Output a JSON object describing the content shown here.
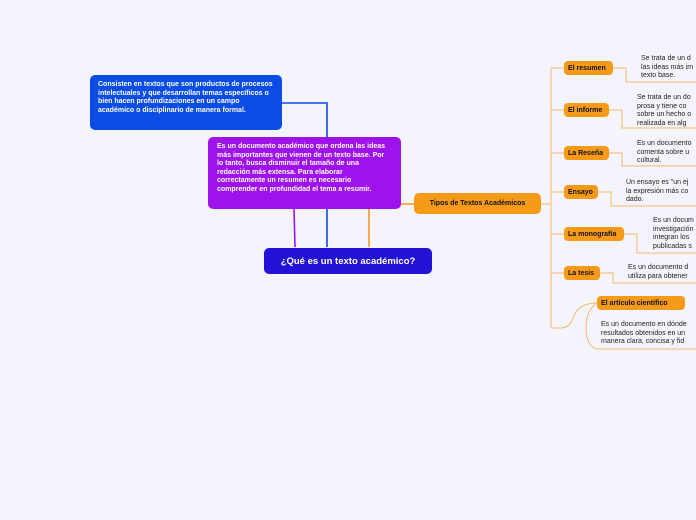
{
  "root": {
    "label": "¿Qué es un texto académico?"
  },
  "blue_node": {
    "text": "Consisten en textos que son productos de procesos intelectuales y que desarrollan temas específicos o bien hacen profundizaciones en un campo académico o disciplinario de manera formal."
  },
  "purple_node": {
    "text": "Es un documento académico que ordena las ideas más importantes que vienen de un texto base. Por lo tanto, busca disminuir el tamaño de una redacción más extensa. Para elaborar correctamente un resumen es necesario comprender en profundidad el tema a resumir."
  },
  "tipos_node": {
    "label": "Tipos de Textos Académicos"
  },
  "types": [
    {
      "label": "El resumen",
      "desc": [
        "Se trata de un d",
        "las ideas más im",
        "texto base."
      ]
    },
    {
      "label": "El informe",
      "desc": [
        "Se trata de un do",
        "prosa y tiene co",
        "sobre un hecho o",
        "realizada en alg"
      ]
    },
    {
      "label": "La Reseña",
      "desc": [
        "Es un documento",
        "comenta sobre u",
        "cultural."
      ]
    },
    {
      "label": "Ensayo",
      "desc": [
        "Un ensayo es \"un ej",
        "la expresión más co",
        "dado."
      ]
    },
    {
      "label": "La monografía",
      "desc": [
        "Es un docum",
        "investigación",
        "integran los",
        "publicadas s"
      ]
    },
    {
      "label": "La tesis",
      "desc": [
        "Es un documento d",
        "utiliza para obtener"
      ]
    },
    {
      "label": "El artículo científico",
      "desc": [
        "Es un documento en dónde",
        "resultados obtenidos en un",
        "manera clara, concisa y fid"
      ]
    }
  ],
  "colors": {
    "background": "#f4f5fc",
    "root": "#2411d6",
    "blue": "#0a4de6",
    "purple": "#9e12eb",
    "orange": "#f79a17",
    "orange_line": "#f5b76a"
  }
}
